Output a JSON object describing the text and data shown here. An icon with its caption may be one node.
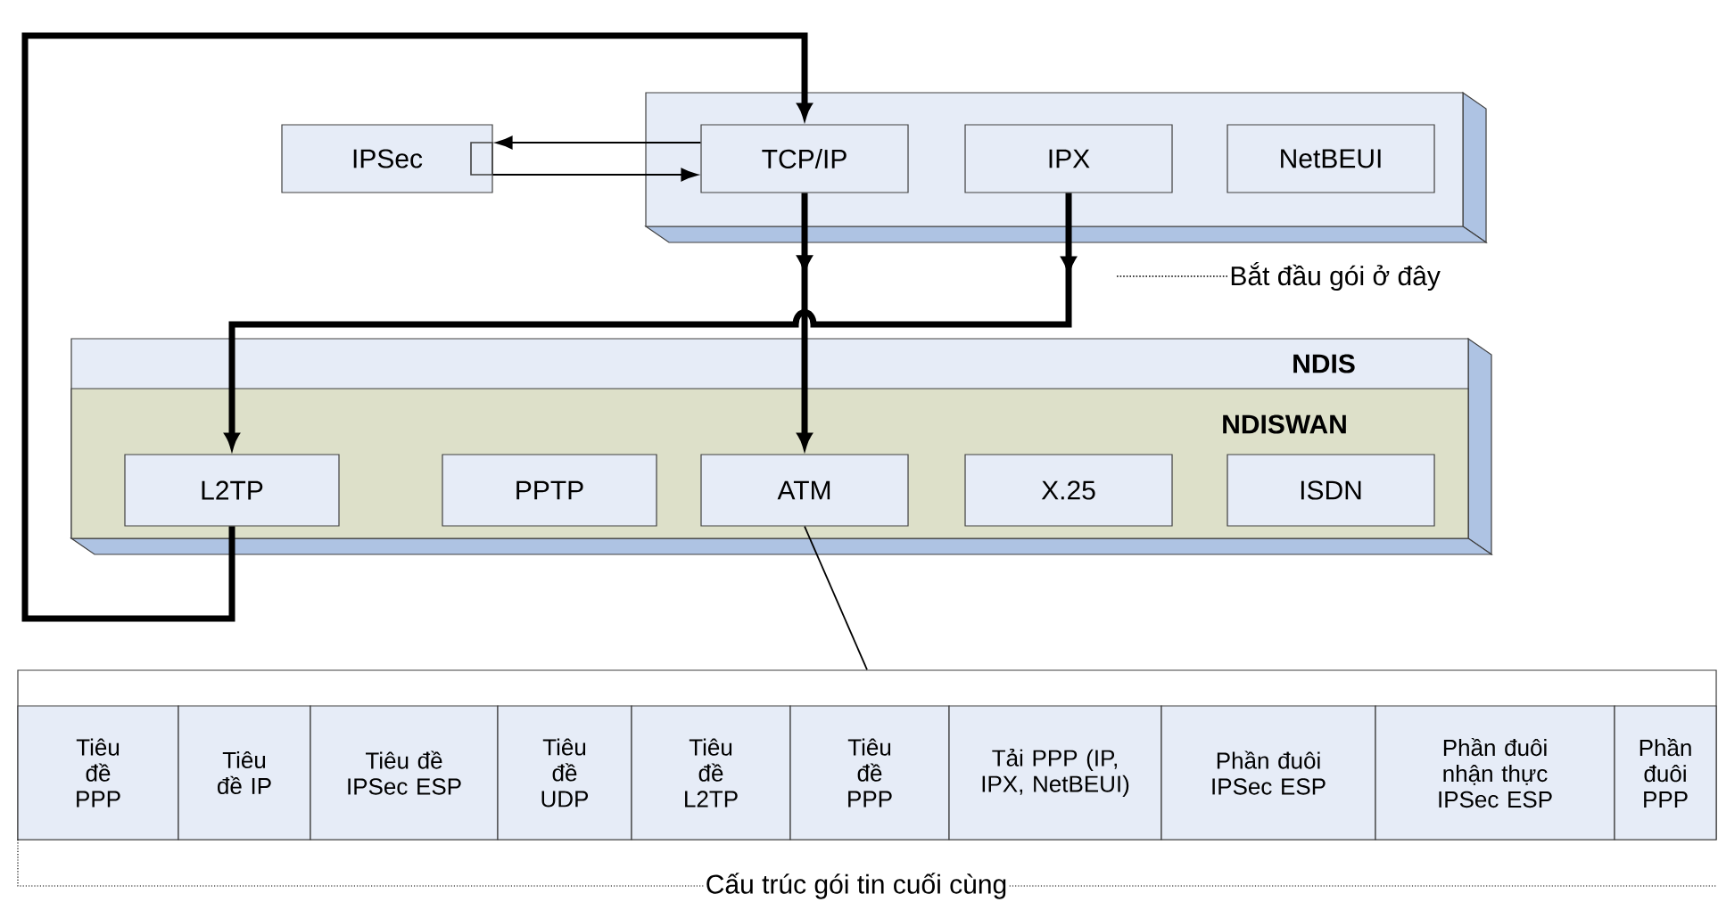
{
  "diagram": {
    "nodes": [
      {
        "text": [],
        "shape": "box"
      },
      {
        "text": [
          "IPSec"
        ]
      },
      {
        "text": [
          "TCP/IP"
        ],
        "in": 0
      },
      {
        "text": [
          "IPX"
        ],
        "in": 0
      },
      {
        "text": [
          "NetBEUI"
        ],
        "in": 0
      },
      {
        "text": [
          "NDIS"
        ]
      },
      {
        "text": [
          "NDISWAN"
        ],
        "in": 5
      },
      {
        "text": [
          "L2TP"
        ],
        "in": 6
      },
      {
        "text": [
          "PPTP"
        ],
        "in": 6
      },
      {
        "text": [
          "ATM"
        ],
        "in": 6
      },
      {
        "text": [
          "X.25"
        ],
        "in": 6
      },
      {
        "text": [
          "ISDN"
        ],
        "in": 6
      },
      {
        "text": [],
        "shape": "box"
      },
      {
        "text": [
          "Tiêu đề PPP"
        ],
        "in": 12
      },
      {
        "text": [
          "Tiêu đề IP"
        ],
        "in": 12
      },
      {
        "text": [
          "Tiêu đề IPSec ESP"
        ],
        "in": 12
      },
      {
        "text": [
          "Tiêu đề UDP"
        ],
        "in": 12
      },
      {
        "text": [
          "Tiêu đề L2TP"
        ],
        "in": 12
      },
      {
        "text": [
          "Tiêu đề PPP"
        ],
        "in": 12
      },
      {
        "text": [
          "Tải PPP (IP, IPX, NetBEUI)"
        ],
        "in": 12
      },
      {
        "text": [
          "Phần đuôi IPSec ESP"
        ],
        "in": 12
      },
      {
        "text": [
          "Phần đuôi nhận thực IPSec ESP"
        ],
        "in": 12
      },
      {
        "text": [
          "Phần đuôi PPP"
        ],
        "in": 12
      }
    ],
    "edges": [
      {
        "from": 7,
        "to": 2,
        "arrow": "to",
        "style": "thick"
      },
      {
        "from": 2,
        "to": 1,
        "arrow": "to"
      },
      {
        "from": 1,
        "to": 2,
        "arrow": "to"
      },
      {
        "from": 2,
        "to": 9,
        "arrow": "to",
        "style": "thick"
      },
      {
        "from": 3,
        "to": 7,
        "arrow": "to",
        "style": "thick"
      },
      {
        "from": 9,
        "to": 12,
        "arrow": "none"
      }
    ],
    "labels": [
      "Bắt đầu gói ở đây",
      "Cấu trúc gói tin cuối cùng"
    ]
  }
}
